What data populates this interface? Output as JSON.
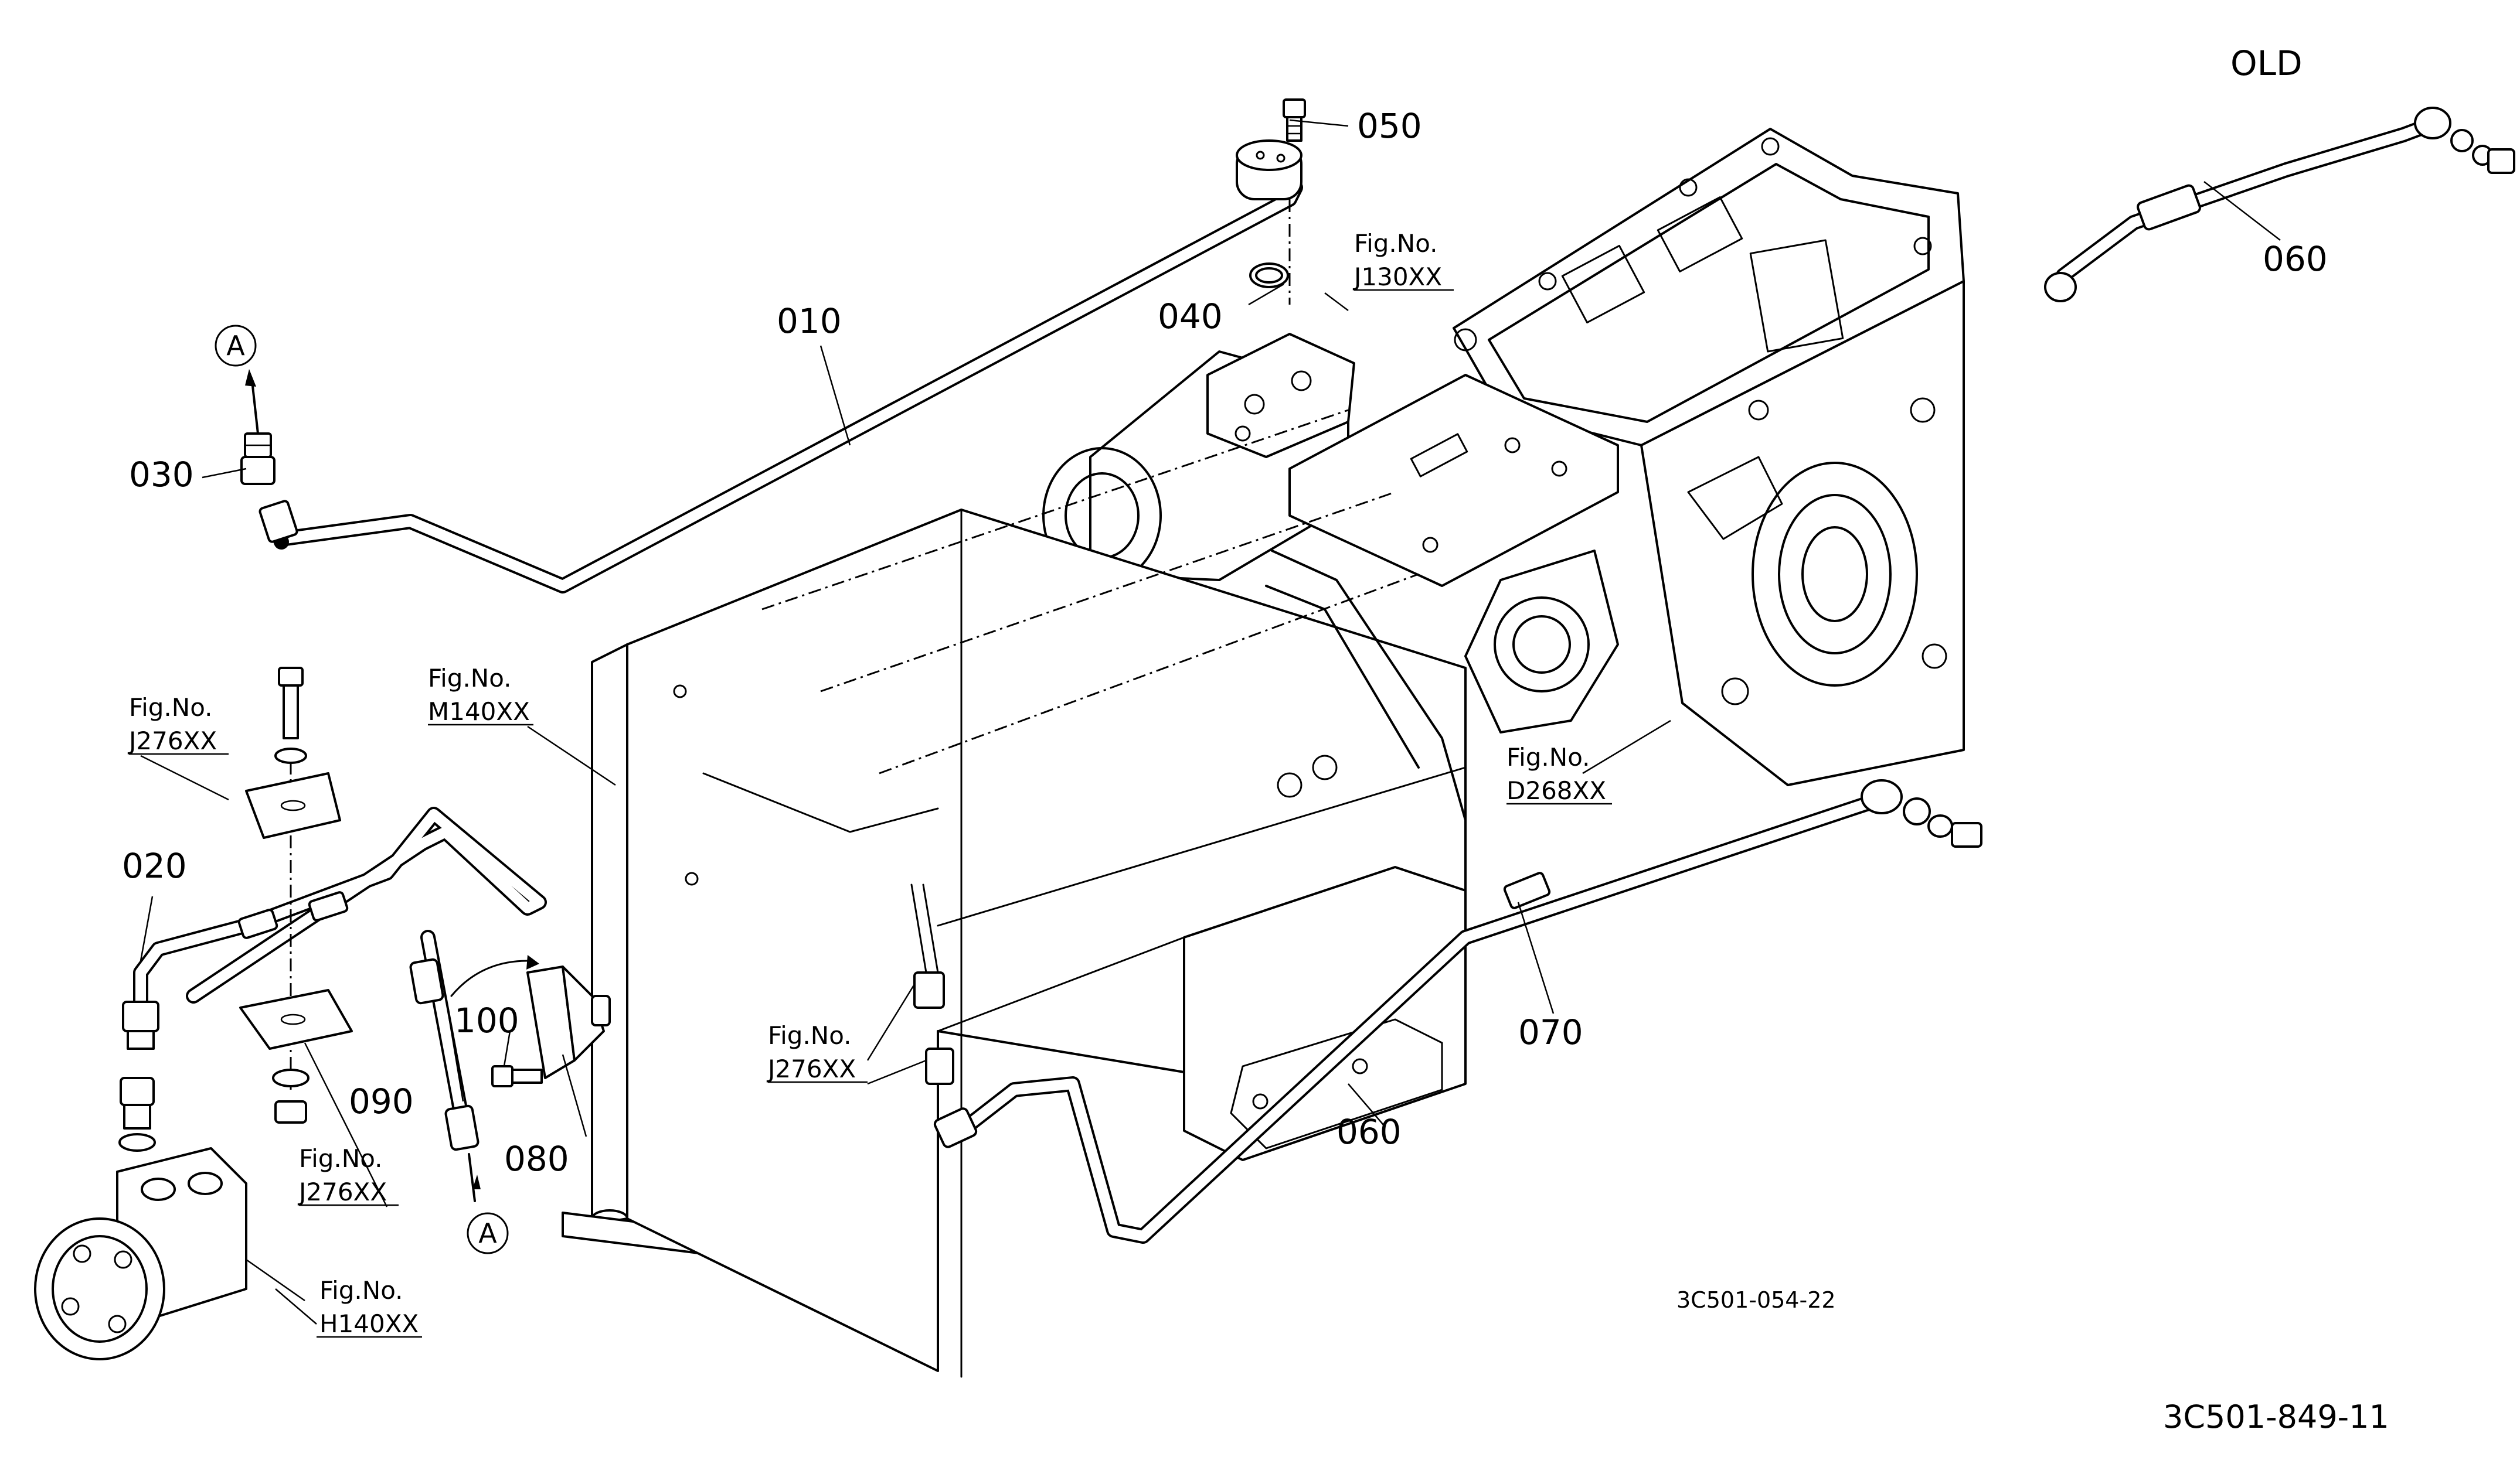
{
  "labels": {
    "old": "OLD",
    "p010": "010",
    "p020": "020",
    "p030": "030",
    "p040": "040",
    "p050": "050",
    "p060_old": "060",
    "p060": "060",
    "p070": "070",
    "p080": "080",
    "p090": "090",
    "p100": "100"
  },
  "figure_refs": {
    "fig_word": "Fig.No.",
    "j130": "J130XX",
    "j276_top": "J276XX",
    "m140": "M140XX",
    "j276_mid": "J276XX",
    "j276_low": "J276XX",
    "d268": "D268XX",
    "h140": "H140XX"
  },
  "markers": {
    "a_top": "A",
    "a_bottom": "A"
  },
  "codes": {
    "inner": "3C501-054-22",
    "page": "3C501-849-11"
  }
}
